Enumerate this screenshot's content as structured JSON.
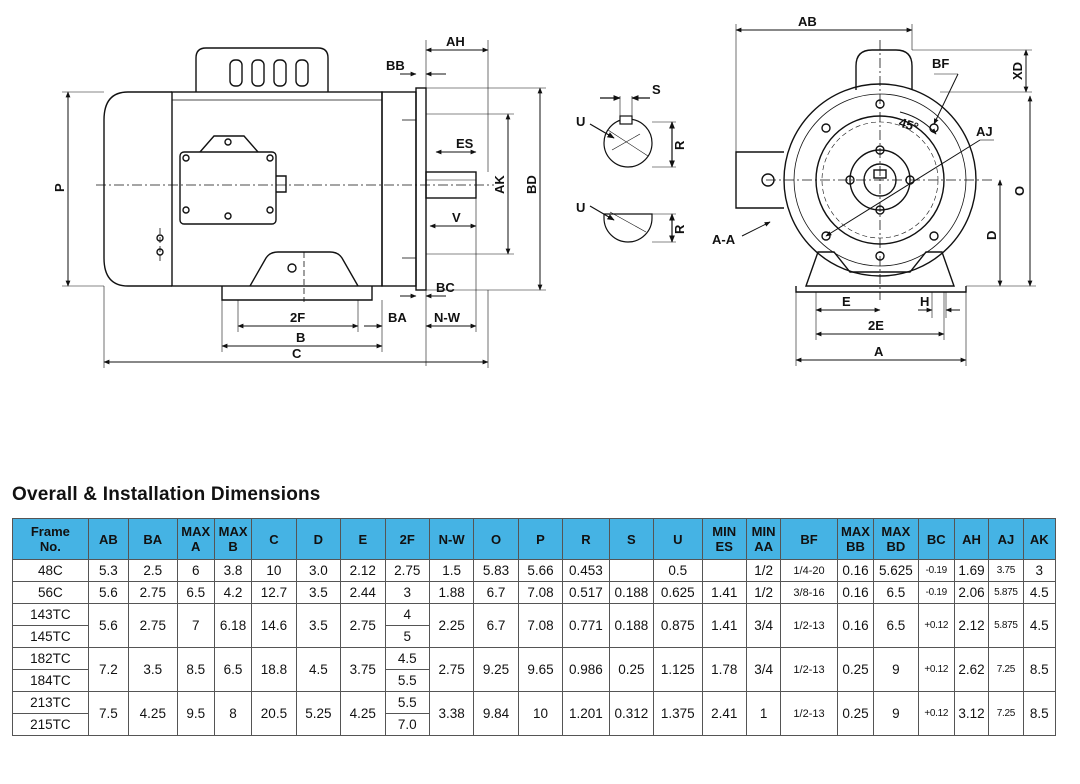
{
  "drawing": {
    "labels": {
      "ah": "AH",
      "bb": "BB",
      "es": "ES",
      "ak": "AK",
      "bd": "BD",
      "v": "V",
      "p": "P",
      "bc": "BC",
      "f2": "2F",
      "ba": "BA",
      "nw": "N-W",
      "b": "B",
      "c": "C",
      "s": "S",
      "u1": "U",
      "r1": "R",
      "u2": "U",
      "r2": "R",
      "ab": "AB",
      "bf": "BF",
      "xd": "XD",
      "deg": "45°",
      "aj": "AJ",
      "o": "O",
      "aa": "A-A",
      "d": "D",
      "e": "E",
      "h": "H",
      "e2": "2E",
      "a": "A"
    }
  },
  "title": "Overall & Installation Dimensions",
  "table": {
    "headers": [
      [
        "Frame",
        "No."
      ],
      [
        "AB"
      ],
      [
        "BA"
      ],
      [
        "MAX",
        "A"
      ],
      [
        "MAX",
        "B"
      ],
      [
        "C"
      ],
      [
        "D"
      ],
      [
        "E"
      ],
      [
        "2F"
      ],
      [
        "N-W"
      ],
      [
        "O"
      ],
      [
        "P"
      ],
      [
        "R"
      ],
      [
        "S"
      ],
      [
        "U"
      ],
      [
        "MIN",
        "ES"
      ],
      [
        "MIN",
        "AA"
      ],
      [
        "BF"
      ],
      [
        "MAX",
        "BB"
      ],
      [
        "MAX",
        "BD"
      ],
      [
        "BC"
      ],
      [
        "AH"
      ],
      [
        "AJ"
      ],
      [
        "AK"
      ]
    ],
    "rows": [
      {
        "frames": [
          "48C"
        ],
        "f2": [
          "2.75"
        ],
        "values": [
          "5.3",
          "2.5",
          "6",
          "3.8",
          "10",
          "3.0",
          "2.12",
          null,
          "1.5",
          "5.83",
          "5.66",
          "0.453",
          "",
          "0.5",
          "",
          "1/2",
          "1/4-20",
          "0.16",
          "5.625",
          "-0.19",
          "1.69",
          "3.75",
          "3"
        ]
      },
      {
        "frames": [
          "56C"
        ],
        "f2": [
          "3"
        ],
        "values": [
          "5.6",
          "2.75",
          "6.5",
          "4.2",
          "12.7",
          "3.5",
          "2.44",
          null,
          "1.88",
          "6.7",
          "7.08",
          "0.517",
          "0.188",
          "0.625",
          "1.41",
          "1/2",
          "3/8-16",
          "0.16",
          "6.5",
          "-0.19",
          "2.06",
          "5.875",
          "4.5"
        ]
      },
      {
        "frames": [
          "143TC",
          "145TC"
        ],
        "f2": [
          "4",
          "5"
        ],
        "values": [
          "5.6",
          "2.75",
          "7",
          "6.18",
          "14.6",
          "3.5",
          "2.75",
          null,
          "2.25",
          "6.7",
          "7.08",
          "0.771",
          "0.188",
          "0.875",
          "1.41",
          "3/4",
          "1/2-13",
          "0.16",
          "6.5",
          "+0.12",
          "2.12",
          "5.875",
          "4.5"
        ]
      },
      {
        "frames": [
          "182TC",
          "184TC"
        ],
        "f2": [
          "4.5",
          "5.5"
        ],
        "values": [
          "7.2",
          "3.5",
          "8.5",
          "6.5",
          "18.8",
          "4.5",
          "3.75",
          null,
          "2.75",
          "9.25",
          "9.65",
          "0.986",
          "0.25",
          "1.125",
          "1.78",
          "3/4",
          "1/2-13",
          "0.25",
          "9",
          "+0.12",
          "2.62",
          "7.25",
          "8.5"
        ]
      },
      {
        "frames": [
          "213TC",
          "215TC"
        ],
        "f2": [
          "5.5",
          "7.0"
        ],
        "values": [
          "7.5",
          "4.25",
          "9.5",
          "8",
          "20.5",
          "5.25",
          "4.25",
          null,
          "3.38",
          "9.84",
          "10",
          "1.201",
          "0.312",
          "1.375",
          "2.41",
          "1",
          "1/2-13",
          "0.25",
          "9",
          "+0.12",
          "3.12",
          "7.25",
          "8.5"
        ]
      }
    ]
  }
}
